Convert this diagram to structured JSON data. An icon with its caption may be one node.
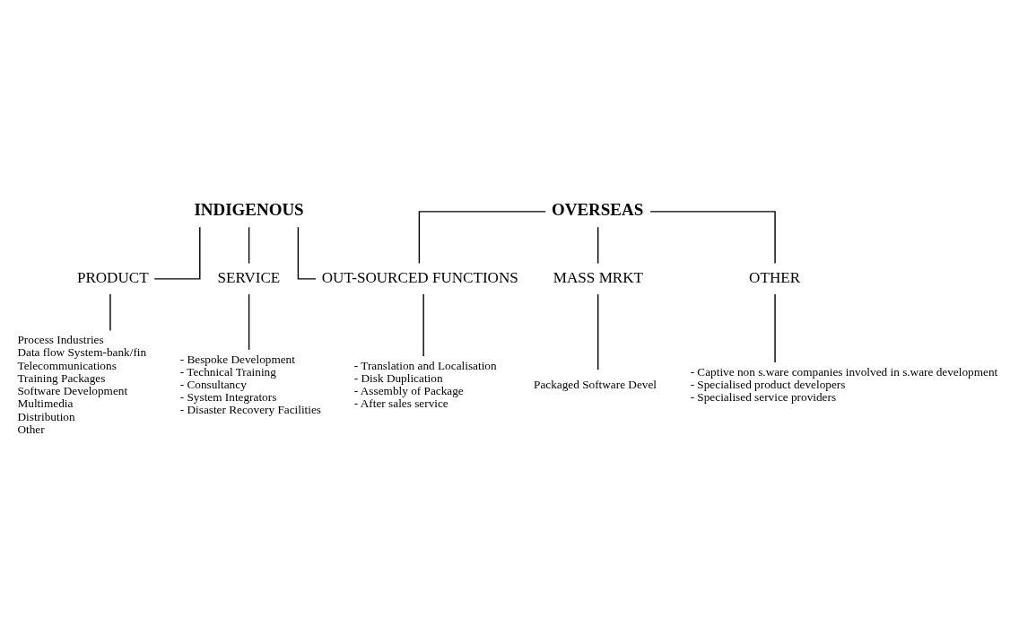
{
  "diagram": {
    "nodes": [
      {
        "text": [
          "INDIGENOUS"
        ]
      },
      {
        "text": [
          "OVERSEAS"
        ]
      },
      {
        "text": [
          "PRODUCT"
        ]
      },
      {
        "text": [
          "SERVICE"
        ]
      },
      {
        "text": [
          "OUT-SOURCED FUNCTIONS"
        ]
      },
      {
        "text": [
          "MASS MRKT"
        ]
      },
      {
        "text": [
          "OTHER"
        ]
      },
      {
        "text": [
          "Process Industries",
          "Data flow System-bank/fin",
          "Telecommunications",
          "Training Packages",
          "Software Development",
          "Multimedia",
          "Distribution",
          "Other"
        ]
      },
      {
        "text": [
          "- Bespoke Development",
          "- Technical Training",
          "- Consultancy",
          "- System Integrators",
          "- Disaster Recovery Facilities"
        ]
      },
      {
        "text": [
          "- Translation and Localisation",
          "- Disk Duplication",
          "- Assembly of Package",
          "- After sales service"
        ]
      },
      {
        "text": [
          "Packaged Software Devel"
        ]
      },
      {
        "text": [
          "- Captive non s.ware companies involved in s.ware development",
          "- Specialised product developers",
          "- Specialised service providers"
        ]
      }
    ],
    "edges": [
      {
        "from": 0,
        "to": 2,
        "arrow": "none"
      },
      {
        "from": 0,
        "to": 3,
        "arrow": "none"
      },
      {
        "from": 0,
        "to": 4,
        "arrow": "none"
      },
      {
        "from": 1,
        "to": 4,
        "arrow": "none"
      },
      {
        "from": 1,
        "to": 5,
        "arrow": "none"
      },
      {
        "from": 1,
        "to": 6,
        "arrow": "none"
      },
      {
        "from": 2,
        "to": 7,
        "arrow": "none"
      },
      {
        "from": 3,
        "to": 8,
        "arrow": "none"
      },
      {
        "from": 4,
        "to": 9,
        "arrow": "none"
      },
      {
        "from": 5,
        "to": 10,
        "arrow": "none"
      },
      {
        "from": 6,
        "to": 11,
        "arrow": "none"
      }
    ]
  }
}
